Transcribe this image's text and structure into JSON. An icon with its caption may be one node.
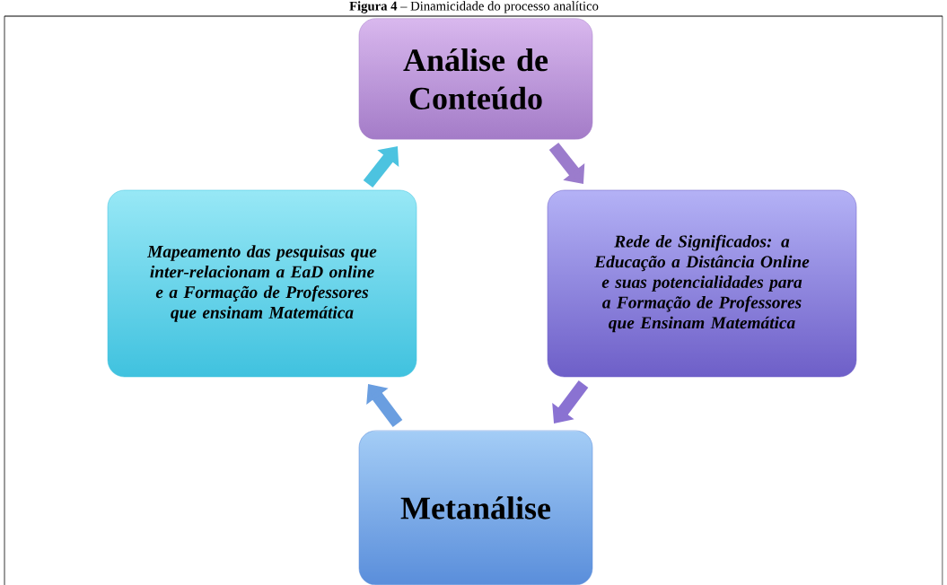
{
  "diagram": {
    "title": "**Figura 4** – Dinamicidade do processo analítico",
    "nodes": [
      {
        "text": [
          "Análise de Conteúdo"
        ]
      },
      {
        "text": [
          "Mapeamento das pesquisas que inter-relacionam a EaD online e a Formação de Professores que ensinam Matemática"
        ]
      },
      {
        "text": [
          "Rede de Significados: a Educação a Distância Online e suas potencialidades para a Formação de Professores que Ensinam Matemática"
        ]
      },
      {
        "text": [
          "Metanálise"
        ]
      }
    ],
    "edges": [
      {
        "from": 0,
        "to": 2,
        "arrow": "to",
        "color": "#9b7ccc"
      },
      {
        "from": 2,
        "to": 3,
        "arrow": "to",
        "color": "#8a72d2"
      },
      {
        "from": 3,
        "to": 1,
        "arrow": "to",
        "color": "#6a9ee0"
      },
      {
        "from": 1,
        "to": 0,
        "arrow": "to",
        "color": "#4cc3e0"
      }
    ]
  }
}
